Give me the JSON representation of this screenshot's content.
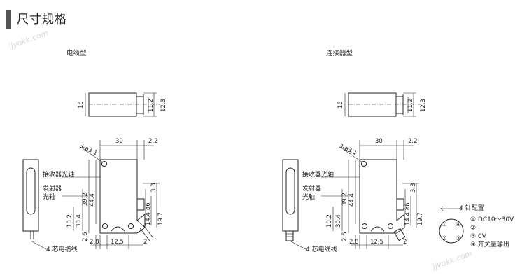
{
  "page": {
    "title": "尺寸规格",
    "watermark": "jjyokk.com"
  },
  "left": {
    "subtitle": "电缆型",
    "dims_top": {
      "height": "15",
      "d1": "11.2",
      "d2": "12.3"
    },
    "dims_front": {
      "width": "30",
      "tab": "2.2",
      "hole": "3-ø3.1",
      "h_total": "39.2",
      "h_inner": "44.4",
      "d_3_3": "3.3",
      "d_6": "ø6",
      "d_14_4": "14.4",
      "d_19_7": "19.7",
      "d_10_2": "10.2",
      "d_30_4": "30.4",
      "b_2_6": "2.6",
      "b_2_8": "2.8",
      "b_12_5": "12.5",
      "b_2": "2"
    },
    "labels": {
      "recv": "接收器光轴",
      "emit1": "发射器",
      "emit2": "光轴",
      "cable": "4 芯电缆线"
    }
  },
  "right": {
    "subtitle": "连接器型",
    "dims_top": {
      "height": "15",
      "d1": "11.2",
      "d2": "12.3"
    },
    "dims_front": {
      "width": "30",
      "tab": "2.2",
      "hole": "3-ø3.1",
      "h_total": "39.2",
      "h_inner": "44.4",
      "d_3_3": "3.3",
      "d_6": "ø6",
      "d_14_4": "14.4",
      "d_19_7": "19.7",
      "d_10_2": "10.2",
      "d_30_4": "30.4",
      "b_2_6": "2.6",
      "b_2_8": "2.8",
      "b_12_5": "12.5",
      "b_2": "2"
    },
    "labels": {
      "recv": "接收器光轴",
      "emit1": "发射器",
      "emit2": "光轴",
      "cable": "4 芯电缆线"
    },
    "pin": {
      "title": "4 针配置",
      "items": [
        "① DC10～30V",
        "② -",
        "③ 0V",
        "④ 开关量输出"
      ],
      "nums": [
        "①",
        "②",
        "③",
        "④"
      ]
    }
  }
}
